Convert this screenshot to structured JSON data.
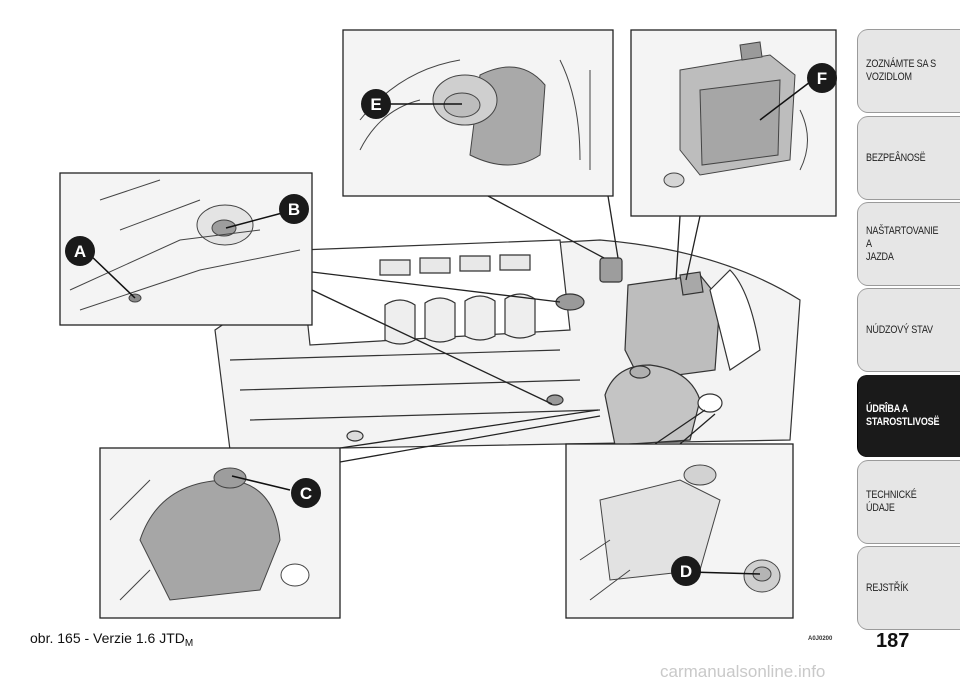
{
  "sidebar": {
    "tabs": [
      {
        "label": "ZOZNÁMTE SA S\nVOZIDLOM",
        "active": false
      },
      {
        "label": "BEZPEÂNOSË",
        "active": false
      },
      {
        "label": "NAŠTARTOVANIE A\nJAZDA",
        "active": false
      },
      {
        "label": "NÚDZOVÝ STAV",
        "active": false
      },
      {
        "label": "ÚDRÎBA A\nSTAROSTLIVOSË",
        "active": true
      },
      {
        "label": "TECHNICKÉ ÚDAJE",
        "active": false
      },
      {
        "label": "REJSTŘÍK",
        "active": false
      }
    ]
  },
  "figure": {
    "caption": "obr. 165 - Verzie 1.6 JTD",
    "caption_sub": "M",
    "code": "A0J0200",
    "callouts": {
      "a": "A",
      "b": "B",
      "c": "C",
      "d": "D",
      "e": "E",
      "f": "F"
    }
  },
  "page_number": "187",
  "watermark": "carmanualsonline.info"
}
